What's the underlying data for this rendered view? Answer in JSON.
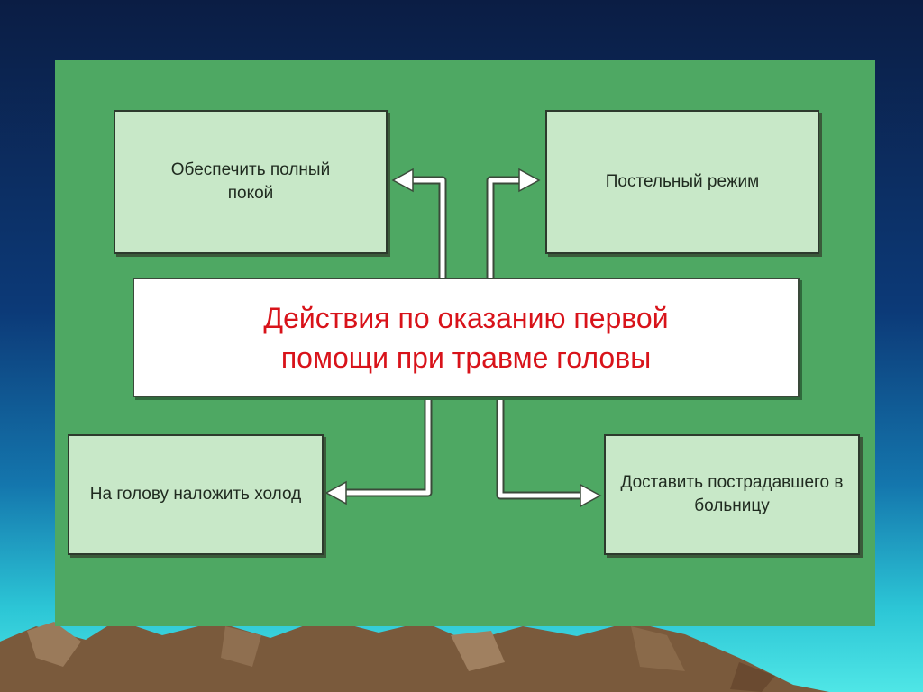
{
  "diagram": {
    "center": "Действия по оказанию первой помощи при травме головы",
    "boxes": {
      "top_left": "Обеспечить полный покой",
      "top_right": "Постельный режим",
      "bottom_left": "На голову наложить холод",
      "bottom_right": "Доставить пострадавшего в больницу"
    }
  },
  "colors": {
    "panel": "#4ea863",
    "box_fill": "#c8e8c8",
    "center_text": "#d8131a",
    "arrow": "#ffffff"
  }
}
